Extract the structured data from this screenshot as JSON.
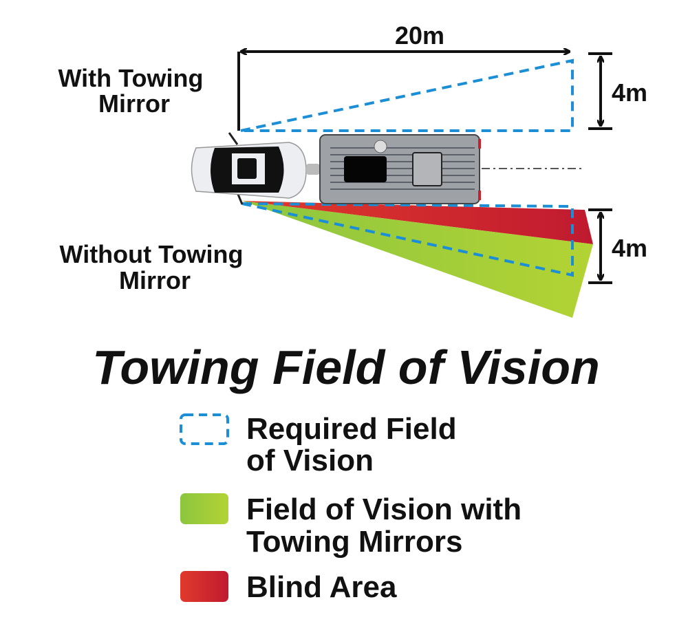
{
  "dimensions": {
    "length": "20m",
    "width_top": "4m",
    "width_bottom": "4m"
  },
  "labels": {
    "with_mirror": [
      "With Towing",
      "Mirror"
    ],
    "without_mirror": [
      "Without Towing",
      "Mirror"
    ]
  },
  "title": "Towing Field of Vision",
  "legend": [
    {
      "lines": [
        "Required Field",
        "of Vision"
      ],
      "swatch": "dashed-blue"
    },
    {
      "lines": [
        "Field of Vision with",
        "Towing Mirrors"
      ],
      "swatch": "green"
    },
    {
      "lines": [
        "Blind Area"
      ],
      "swatch": "red"
    }
  ],
  "colors": {
    "blue": "#1b8ed6",
    "green": "#a3cc3a",
    "red": "#c8202c"
  }
}
